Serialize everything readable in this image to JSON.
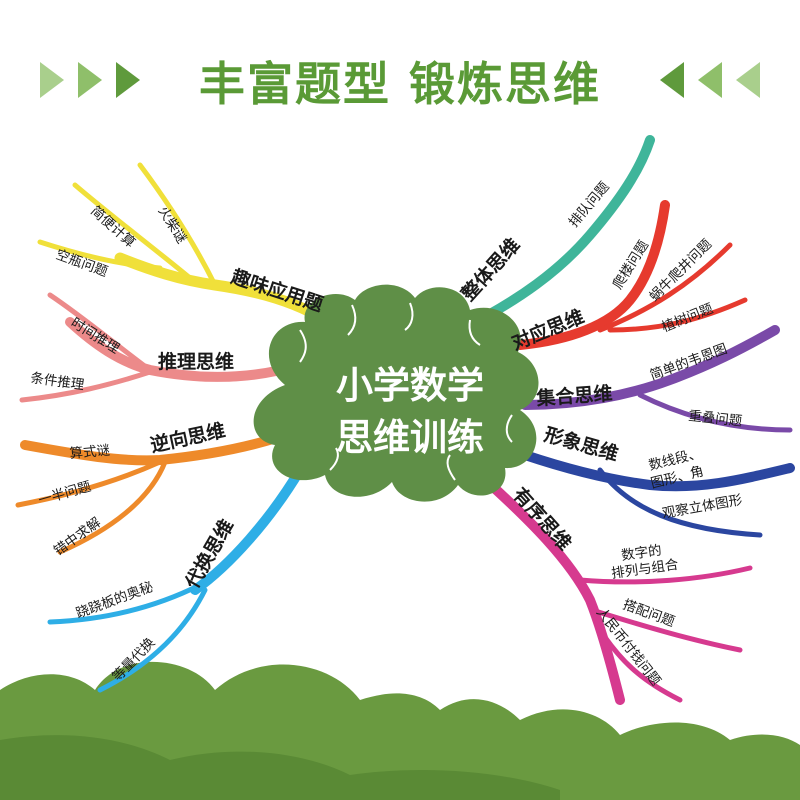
{
  "title": "丰富题型 锻炼思维",
  "center": {
    "line1": "小学数学",
    "line2": "思维训练"
  },
  "colors": {
    "title": "#5a9a36",
    "cloud": "#5f8f47",
    "ground": "#6a9a40",
    "yellow": "#f0e03a",
    "pink": "#ec8a8a",
    "orange": "#ee8a2a",
    "blue": "#2eaee6",
    "teal": "#3fb59a",
    "red": "#e63a2e",
    "purple": "#7a4aa8",
    "navy": "#2b46a0",
    "magenta": "#d63a8f"
  },
  "branches": {
    "qu_wei": {
      "label": "趣味应用题",
      "subs": [
        "火柴谜",
        "简便计算",
        "空瓶问题"
      ]
    },
    "tui_li": {
      "label": "推理思维",
      "subs": [
        "时间推理",
        "条件推理"
      ]
    },
    "ni_xiang": {
      "label": "逆向思维",
      "subs": [
        "算式谜",
        "一半问题",
        "错中求解"
      ]
    },
    "dai_huan": {
      "label": "代换思维",
      "subs": [
        "跷跷板的奥秘",
        "等量代换"
      ]
    },
    "zheng_ti": {
      "label": "整体思维",
      "subs": [
        "排队问题"
      ]
    },
    "dui_ying": {
      "label": "对应思维",
      "subs": [
        "爬楼问题",
        "蜗牛爬井问题",
        "植树问题"
      ]
    },
    "ji_he": {
      "label": "集合思维",
      "subs": [
        "简单的韦恩图",
        "重叠问题"
      ]
    },
    "xing_xiang": {
      "label": "形象思维",
      "subs": [
        "数线段、",
        "图形、角",
        "观察立体图形"
      ]
    },
    "you_xu": {
      "label": "有序思维",
      "subs": [
        "数字的",
        "排列与组合",
        "搭配问题",
        "人民币付钱问题"
      ]
    }
  }
}
